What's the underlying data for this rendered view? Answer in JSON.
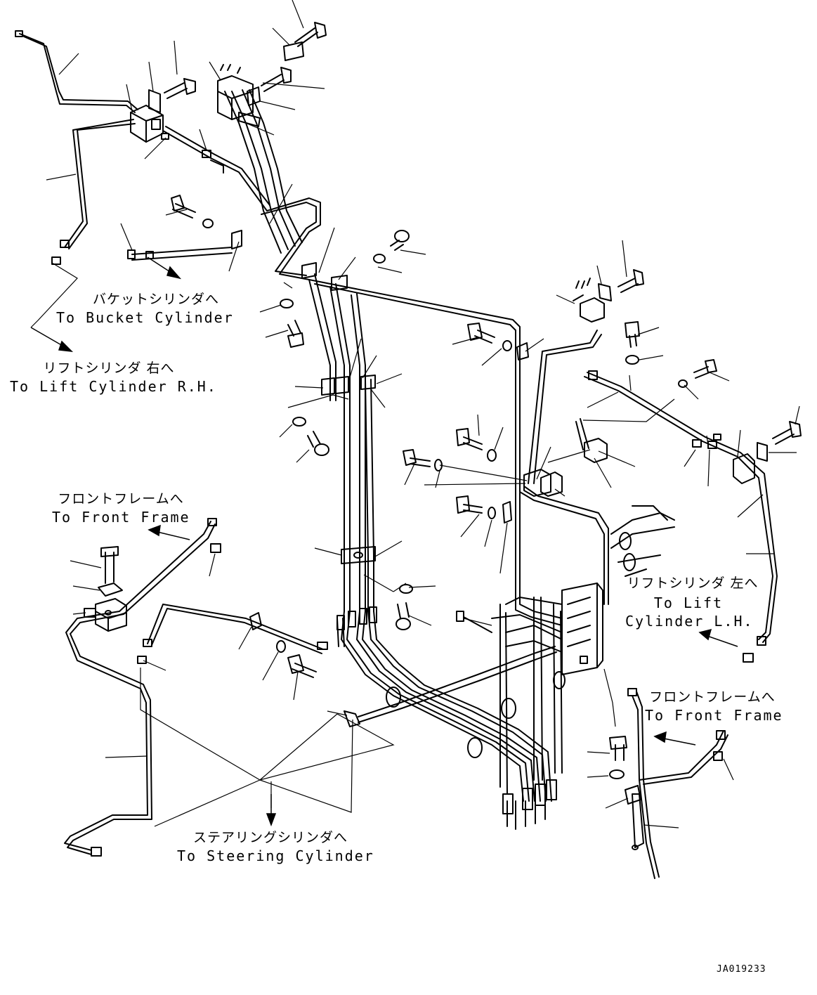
{
  "labels": {
    "bucket": {
      "jp": "バケットシリンダへ",
      "en": "To Bucket Cylinder"
    },
    "lift_rh": {
      "jp": "リフトシリンダ 右へ",
      "en": "To Lift Cylinder R.H."
    },
    "front_left": {
      "jp": "フロントフレームへ",
      "en": "To Front Frame"
    },
    "lift_lh": {
      "jp": "リフトシリンダ 左へ",
      "en1": "To Lift",
      "en2": "Cylinder L.H."
    },
    "front_right": {
      "jp": "フロントフレームへ",
      "en": "To Front Frame"
    },
    "steering": {
      "jp": "ステアリングシリンダへ",
      "en": "To Steering Cylinder"
    }
  },
  "drawing_code": "JA019233",
  "colors": {
    "line": "#000000",
    "background": "#ffffff"
  }
}
